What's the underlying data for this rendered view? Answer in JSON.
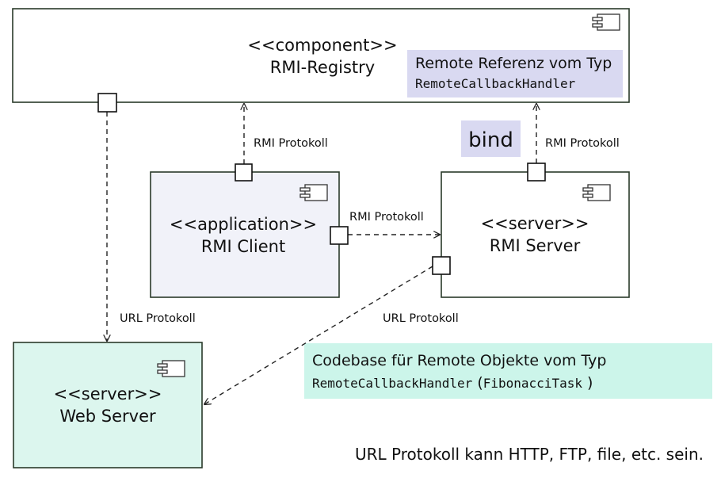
{
  "colors": {
    "client_fill": "#f1f2f9",
    "web_fill": "#dcf6ee",
    "lavender_note": "#d9d9f1",
    "mint_note": "#ccf5ea",
    "white": "#ffffff"
  },
  "registry": {
    "stereotype": "<<component>>",
    "name": "RMI-Registry",
    "icon": "uml-component-icon"
  },
  "client": {
    "stereotype": "<<application>>",
    "name": "RMI Client",
    "icon": "uml-component-icon"
  },
  "server": {
    "stereotype": "<<server>>",
    "name": "RMI Server",
    "icon": "uml-component-icon"
  },
  "webserver": {
    "stereotype": "<<server>>",
    "name": "Web Server",
    "icon": "uml-component-icon"
  },
  "connectors": {
    "client_registry": "RMI Protokoll",
    "server_registry": "RMI Protokoll",
    "client_server": "RMI Protokoll",
    "registry_web": "URL Protokoll",
    "server_web": "URL Protokoll"
  },
  "notes": {
    "remote_ref_line1": "Remote Referenz vom Typ",
    "remote_ref_line2": "RemoteCallbackHandler",
    "bind": "bind",
    "codebase_line1": "Codebase für Remote Objekte vom Typ",
    "codebase_line2_class": "RemoteCallbackHandler",
    "codebase_line2_open": " (",
    "codebase_line2_task": "FibonacciTask",
    "codebase_line2_close": " )"
  },
  "footer": "URL Protokoll kann HTTP, FTP, file, etc. sein."
}
